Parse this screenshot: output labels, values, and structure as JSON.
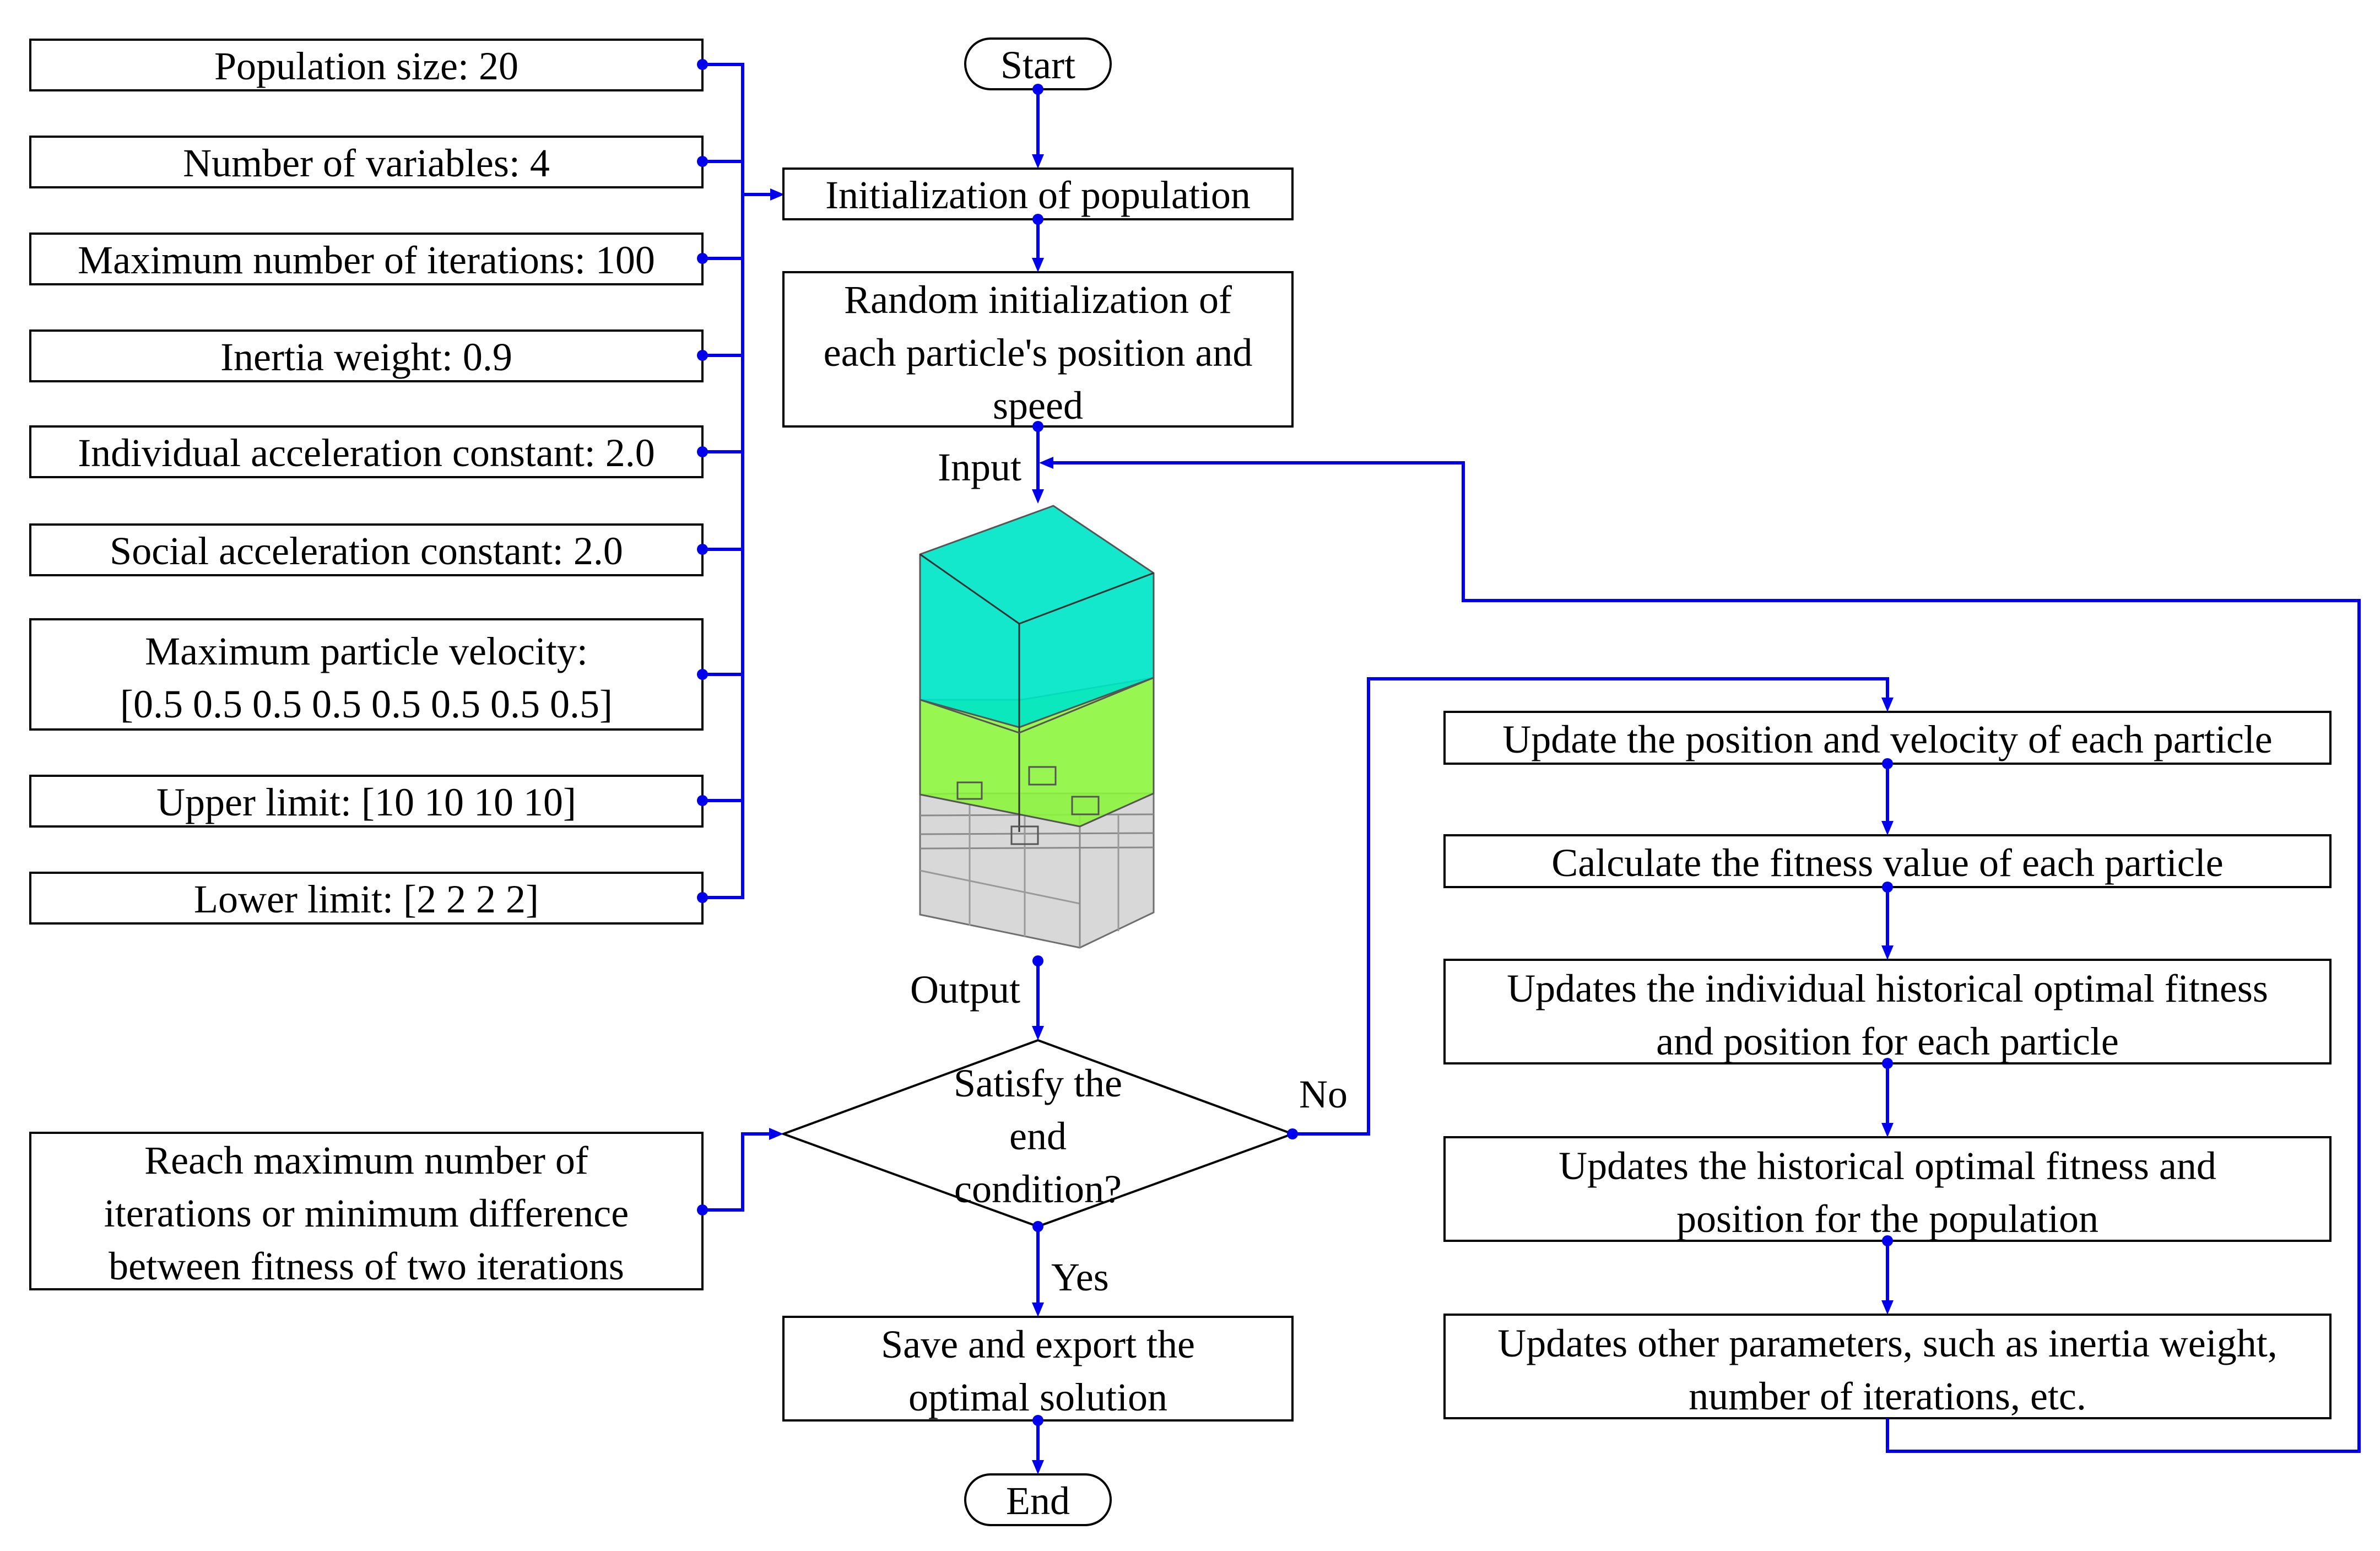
{
  "parameters": [
    "Population size: 20",
    "Number of variables: 4",
    "Maximum number of iterations: 100",
    "Inertia weight: 0.9",
    "Individual acceleration constant: 2.0",
    "Social acceleration constant: 2.0",
    [
      "Maximum particle velocity:",
      "[0.5 0.5 0.5 0.5 0.5 0.5 0.5 0.5]"
    ],
    "Upper limit: [10 10 10 10]",
    "Lower limit: [2 2 2 2]"
  ],
  "flow": {
    "start": "Start",
    "init_population": "Initialization of population",
    "random_init": [
      "Random initialization of",
      "each particle's position and",
      "speed"
    ],
    "input_label": "Input",
    "output_label": "Output",
    "decision": [
      "Satisfy the",
      "end",
      "condition?"
    ],
    "no_label": "No",
    "yes_label": "Yes",
    "save": [
      "Save and export the",
      "optimal solution"
    ],
    "end": "End"
  },
  "end_condition": [
    "Reach maximum number of",
    "iterations or minimum difference",
    "between fitness of two iterations"
  ],
  "updates": [
    "Update the position and velocity of each particle",
    "Calculate the fitness value of each particle",
    [
      "Updates the individual historical optimal fitness",
      "and position for each particle"
    ],
    [
      "Updates the historical optimal fitness and",
      "position for the population"
    ],
    [
      "Updates other parameters, such as inertia weight,",
      "number of iterations, etc."
    ]
  ],
  "colors": {
    "connector": "#0000ee",
    "box_border": "#000000",
    "model_top": "#00e6c8",
    "model_middle": "#8cf53c",
    "model_base": "#d6d6d6"
  }
}
